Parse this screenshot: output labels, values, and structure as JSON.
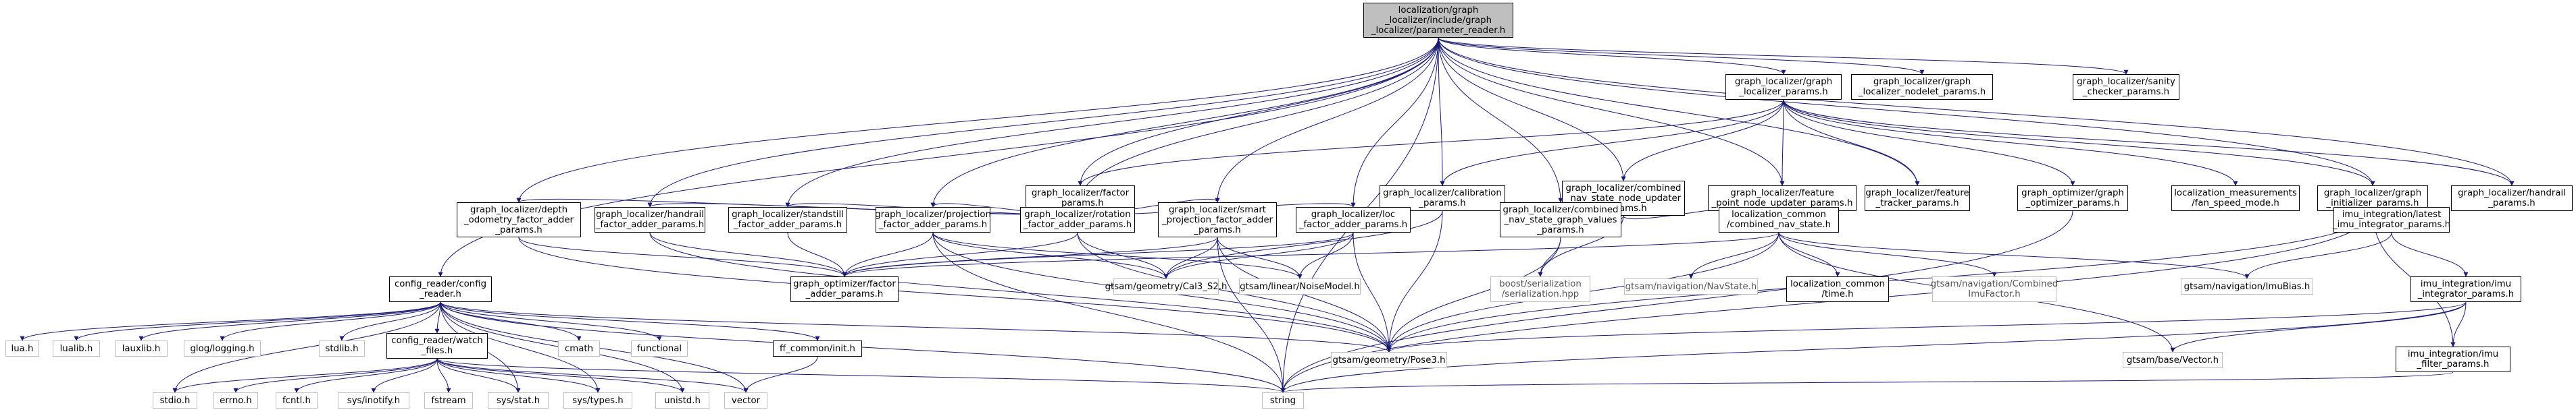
{
  "nodes": {
    "root": [
      "localization/graph",
      "_localizer/include/graph",
      "_localizer/parameter_reader.h"
    ],
    "gl_params": [
      "graph_localizer/graph",
      "_localizer_params.h"
    ],
    "nodelet": [
      "graph_localizer/graph",
      "_localizer_nodelet_params.h"
    ],
    "sanity": [
      "graph_localizer/sanity",
      "_checker_params.h"
    ],
    "factor": [
      "graph_localizer/factor",
      "_params.h"
    ],
    "calib": [
      "graph_localizer/calibration",
      "_params.h"
    ],
    "combined_upd": [
      "graph_localizer/combined",
      "_nav_state_node_updater",
      "_params.h"
    ],
    "feat_point": [
      "graph_localizer/feature",
      "_point_node_updater_params.h"
    ],
    "feat_tracker": [
      "graph_localizer/feature",
      "_tracker_params.h"
    ],
    "opt_params": [
      "graph_optimizer/graph",
      "_optimizer_params.h"
    ],
    "fan_speed": [
      "localization_measurements",
      "/fan_speed_mode.h"
    ],
    "initializer": [
      "graph_localizer/graph",
      "_initializer_params.h"
    ],
    "handrail": [
      "graph_localizer/handrail",
      "_params.h"
    ],
    "depth": [
      "graph_localizer/depth",
      "_odometry_factor_adder",
      "_params.h"
    ],
    "handrail_adder": [
      "graph_localizer/handrail",
      "_factor_adder_params.h"
    ],
    "standstill": [
      "graph_localizer/standstill",
      "_factor_adder_params.h"
    ],
    "projection": [
      "graph_localizer/projection",
      "_factor_adder_params.h"
    ],
    "rotation": [
      "graph_localizer/rotation",
      "_factor_adder_params.h"
    ],
    "smart": [
      "graph_localizer/smart",
      "_projection_factor_adder",
      "_params.h"
    ],
    "loc_adder": [
      "graph_localizer/loc",
      "_factor_adder_params.h"
    ],
    "combined_vals": [
      "graph_localizer/combined",
      "_nav_state_graph_values",
      "_params.h"
    ],
    "loc_common": [
      "localization_common",
      "/combined_nav_state.h"
    ],
    "latest_imu": [
      "imu_integration/latest",
      "_imu_integrator_params.h"
    ],
    "config_reader": [
      "config_reader/config",
      "_reader.h"
    ],
    "opt_factor": [
      "graph_optimizer/factor",
      "_adder_params.h"
    ],
    "cal3": [
      "gtsam/geometry/Cal3_S2.h"
    ],
    "noise": [
      "gtsam/linear/NoiseModel.h"
    ],
    "boost_ser": [
      "boost/serialization",
      "/serialization.hpp"
    ],
    "navstate": [
      "gtsam/navigation/NavState.h"
    ],
    "time": [
      "localization_common",
      "/time.h"
    ],
    "combined_imu": [
      "gtsam/navigation/Combined",
      "ImuFactor.h"
    ],
    "imubias": [
      "gtsam/navigation/ImuBias.h"
    ],
    "imu_int": [
      "imu_integration/imu",
      "_integrator_params.h"
    ],
    "lua": [
      "lua.h"
    ],
    "lualib": [
      "lualib.h"
    ],
    "lauxlib": [
      "lauxlib.h"
    ],
    "glog": [
      "glog/logging.h"
    ],
    "stdlib": [
      "stdlib.h"
    ],
    "cmath": [
      "cmath"
    ],
    "functional": [
      "functional"
    ],
    "ff_init": [
      "ff_common/init.h"
    ],
    "pose3": [
      "gtsam/geometry/Pose3.h"
    ],
    "vector_h": [
      "gtsam/base/Vector.h"
    ],
    "imu_filter": [
      "imu_integration/imu",
      "_filter_params.h"
    ],
    "watch": [
      "config_reader/watch",
      "_files.h"
    ],
    "stdio": [
      "stdio.h"
    ],
    "errno": [
      "errno.h"
    ],
    "fcntl": [
      "fcntl.h"
    ],
    "inotify": [
      "sys/inotify.h"
    ],
    "fstream": [
      "fstream"
    ],
    "sysstat": [
      "sys/stat.h"
    ],
    "systypes": [
      "sys/types.h"
    ],
    "unistd": [
      "unistd.h"
    ],
    "vector": [
      "vector"
    ],
    "string": [
      "string"
    ]
  },
  "colors": {
    "root_fill": "#bfbfbf",
    "edge": "#191970",
    "system_border": "#bfbfbf"
  }
}
